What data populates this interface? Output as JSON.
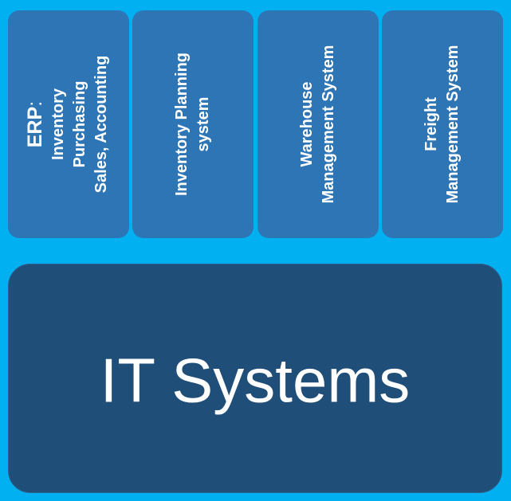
{
  "columns": {
    "erp": {
      "head": "ERP",
      "colon": ":",
      "lines": [
        "Inventory",
        "Purchasing",
        "Sales, Accounting"
      ]
    },
    "inventory_planning": {
      "lines": [
        "Inventory Planning",
        "system"
      ]
    },
    "warehouse": {
      "lines": [
        "Warehouse",
        "Management System"
      ]
    },
    "freight": {
      "lines": [
        "Freight",
        "Management System"
      ]
    }
  },
  "base": {
    "label": "IT Systems"
  },
  "colors": {
    "background": "#00b0f0",
    "column_fill": "#2e75b6",
    "base_fill": "#1f4e79",
    "text": "#ffffff"
  }
}
